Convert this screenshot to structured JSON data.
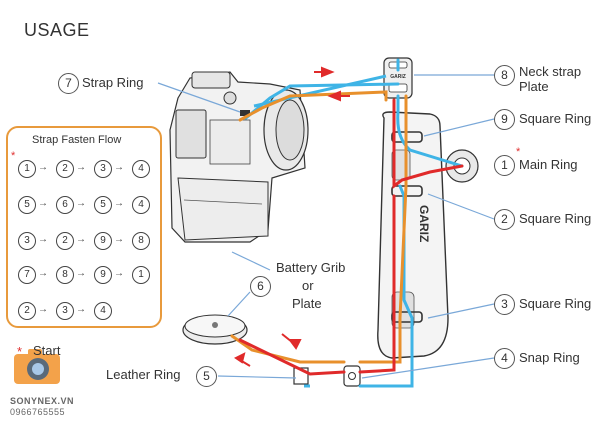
{
  "title": "USAGE",
  "labels": {
    "strap_ring": {
      "num": "7",
      "text": "Strap  Ring"
    },
    "neck_strap": {
      "num": "8",
      "text1": "Neck strap",
      "text2": "Plate"
    },
    "square_ring_9": {
      "num": "9",
      "text": "Square Ring"
    },
    "main_ring": {
      "num": "1",
      "text": "Main Ring"
    },
    "square_ring_2": {
      "num": "2",
      "text": "Square  Ring"
    },
    "battery": {
      "num": "6",
      "text1": "Battery Grib",
      "text2": "or",
      "text3": "Plate"
    },
    "square_ring_3": {
      "num": "3",
      "text": "Square Ring"
    },
    "snap_ring": {
      "num": "4",
      "text": "Snap Ring"
    },
    "leather_ring": {
      "num": "5",
      "text": "Leather Ring"
    }
  },
  "flow": {
    "title": "Strap  Fasten Flow",
    "rows": [
      [
        "1",
        "2",
        "3",
        "4"
      ],
      [
        "5",
        "6",
        "5",
        "4"
      ],
      [
        "3",
        "2",
        "9",
        "8"
      ],
      [
        "7",
        "8",
        "9",
        "1"
      ],
      [
        "2",
        "3",
        "4"
      ]
    ]
  },
  "start_label": "Start",
  "star_symbol": "*",
  "grip_brand": "GARIZ",
  "plate_brand": "GARIZ",
  "brand": {
    "site": "SONYNEX.VN",
    "phone": "0966765555"
  },
  "colors": {
    "orange": "#e8902c",
    "blue": "#3fb4e6",
    "red": "#e02a2a",
    "leader": "#7aa8d8"
  }
}
